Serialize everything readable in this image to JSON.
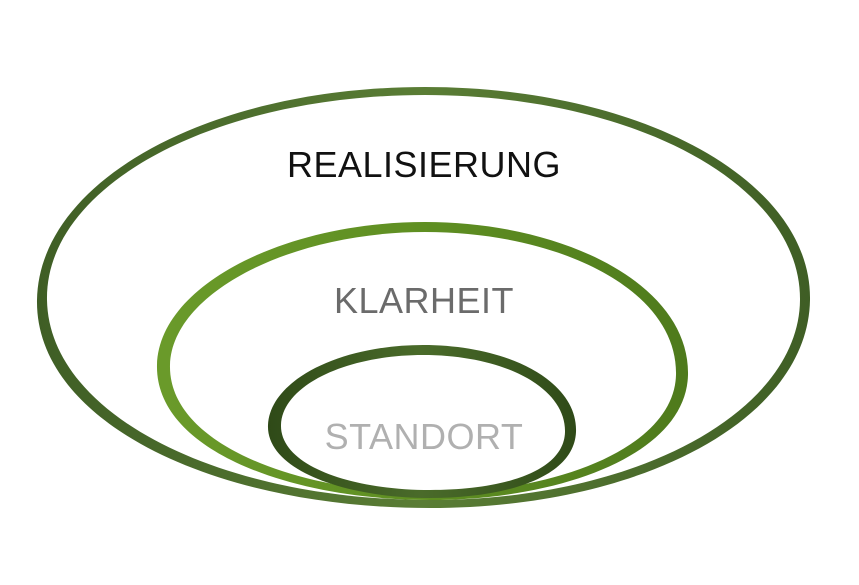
{
  "diagram": {
    "rings": [
      {
        "id": "outer",
        "label": "REALISIERUNG",
        "ring_color": "#4a6b2a",
        "label_color": "#111111"
      },
      {
        "id": "middle",
        "label": "KLARHEIT",
        "ring_color": "#5f8f22",
        "label_color": "#6b6b6b"
      },
      {
        "id": "inner",
        "label": "STANDORT",
        "ring_color": "#3d5a22",
        "label_color": "#b0b0b0"
      }
    ]
  }
}
